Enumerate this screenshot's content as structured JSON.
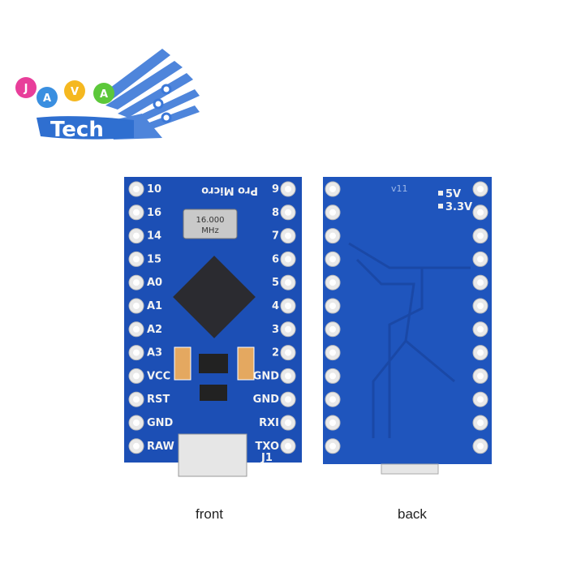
{
  "logo": {
    "letters": [
      "J",
      "A",
      "V",
      "A"
    ],
    "word": "Tech",
    "colors": [
      "#e83e9a",
      "#3a8fe0",
      "#f5b820",
      "#5cc83a"
    ],
    "brand_blue": "#2f6fd0"
  },
  "front_board": {
    "title": "Pro Micro",
    "crystal": [
      "16.000",
      "MHz"
    ],
    "left_pins": [
      "10",
      "16",
      "14",
      "15",
      "A0",
      "A1",
      "A2",
      "A3",
      "VCC",
      "RST",
      "GND",
      "RAW"
    ],
    "right_pins": [
      "9",
      "8",
      "7",
      "6",
      "5",
      "4",
      "3",
      "2",
      "GND",
      "GND",
      "RXI",
      "TXO"
    ],
    "jumper": "J1",
    "pcb_color": "#1c4fb5"
  },
  "back_board": {
    "version": "v11",
    "options": [
      "5V",
      "3.3V"
    ]
  },
  "captions": {
    "front": "front",
    "back": "back"
  }
}
